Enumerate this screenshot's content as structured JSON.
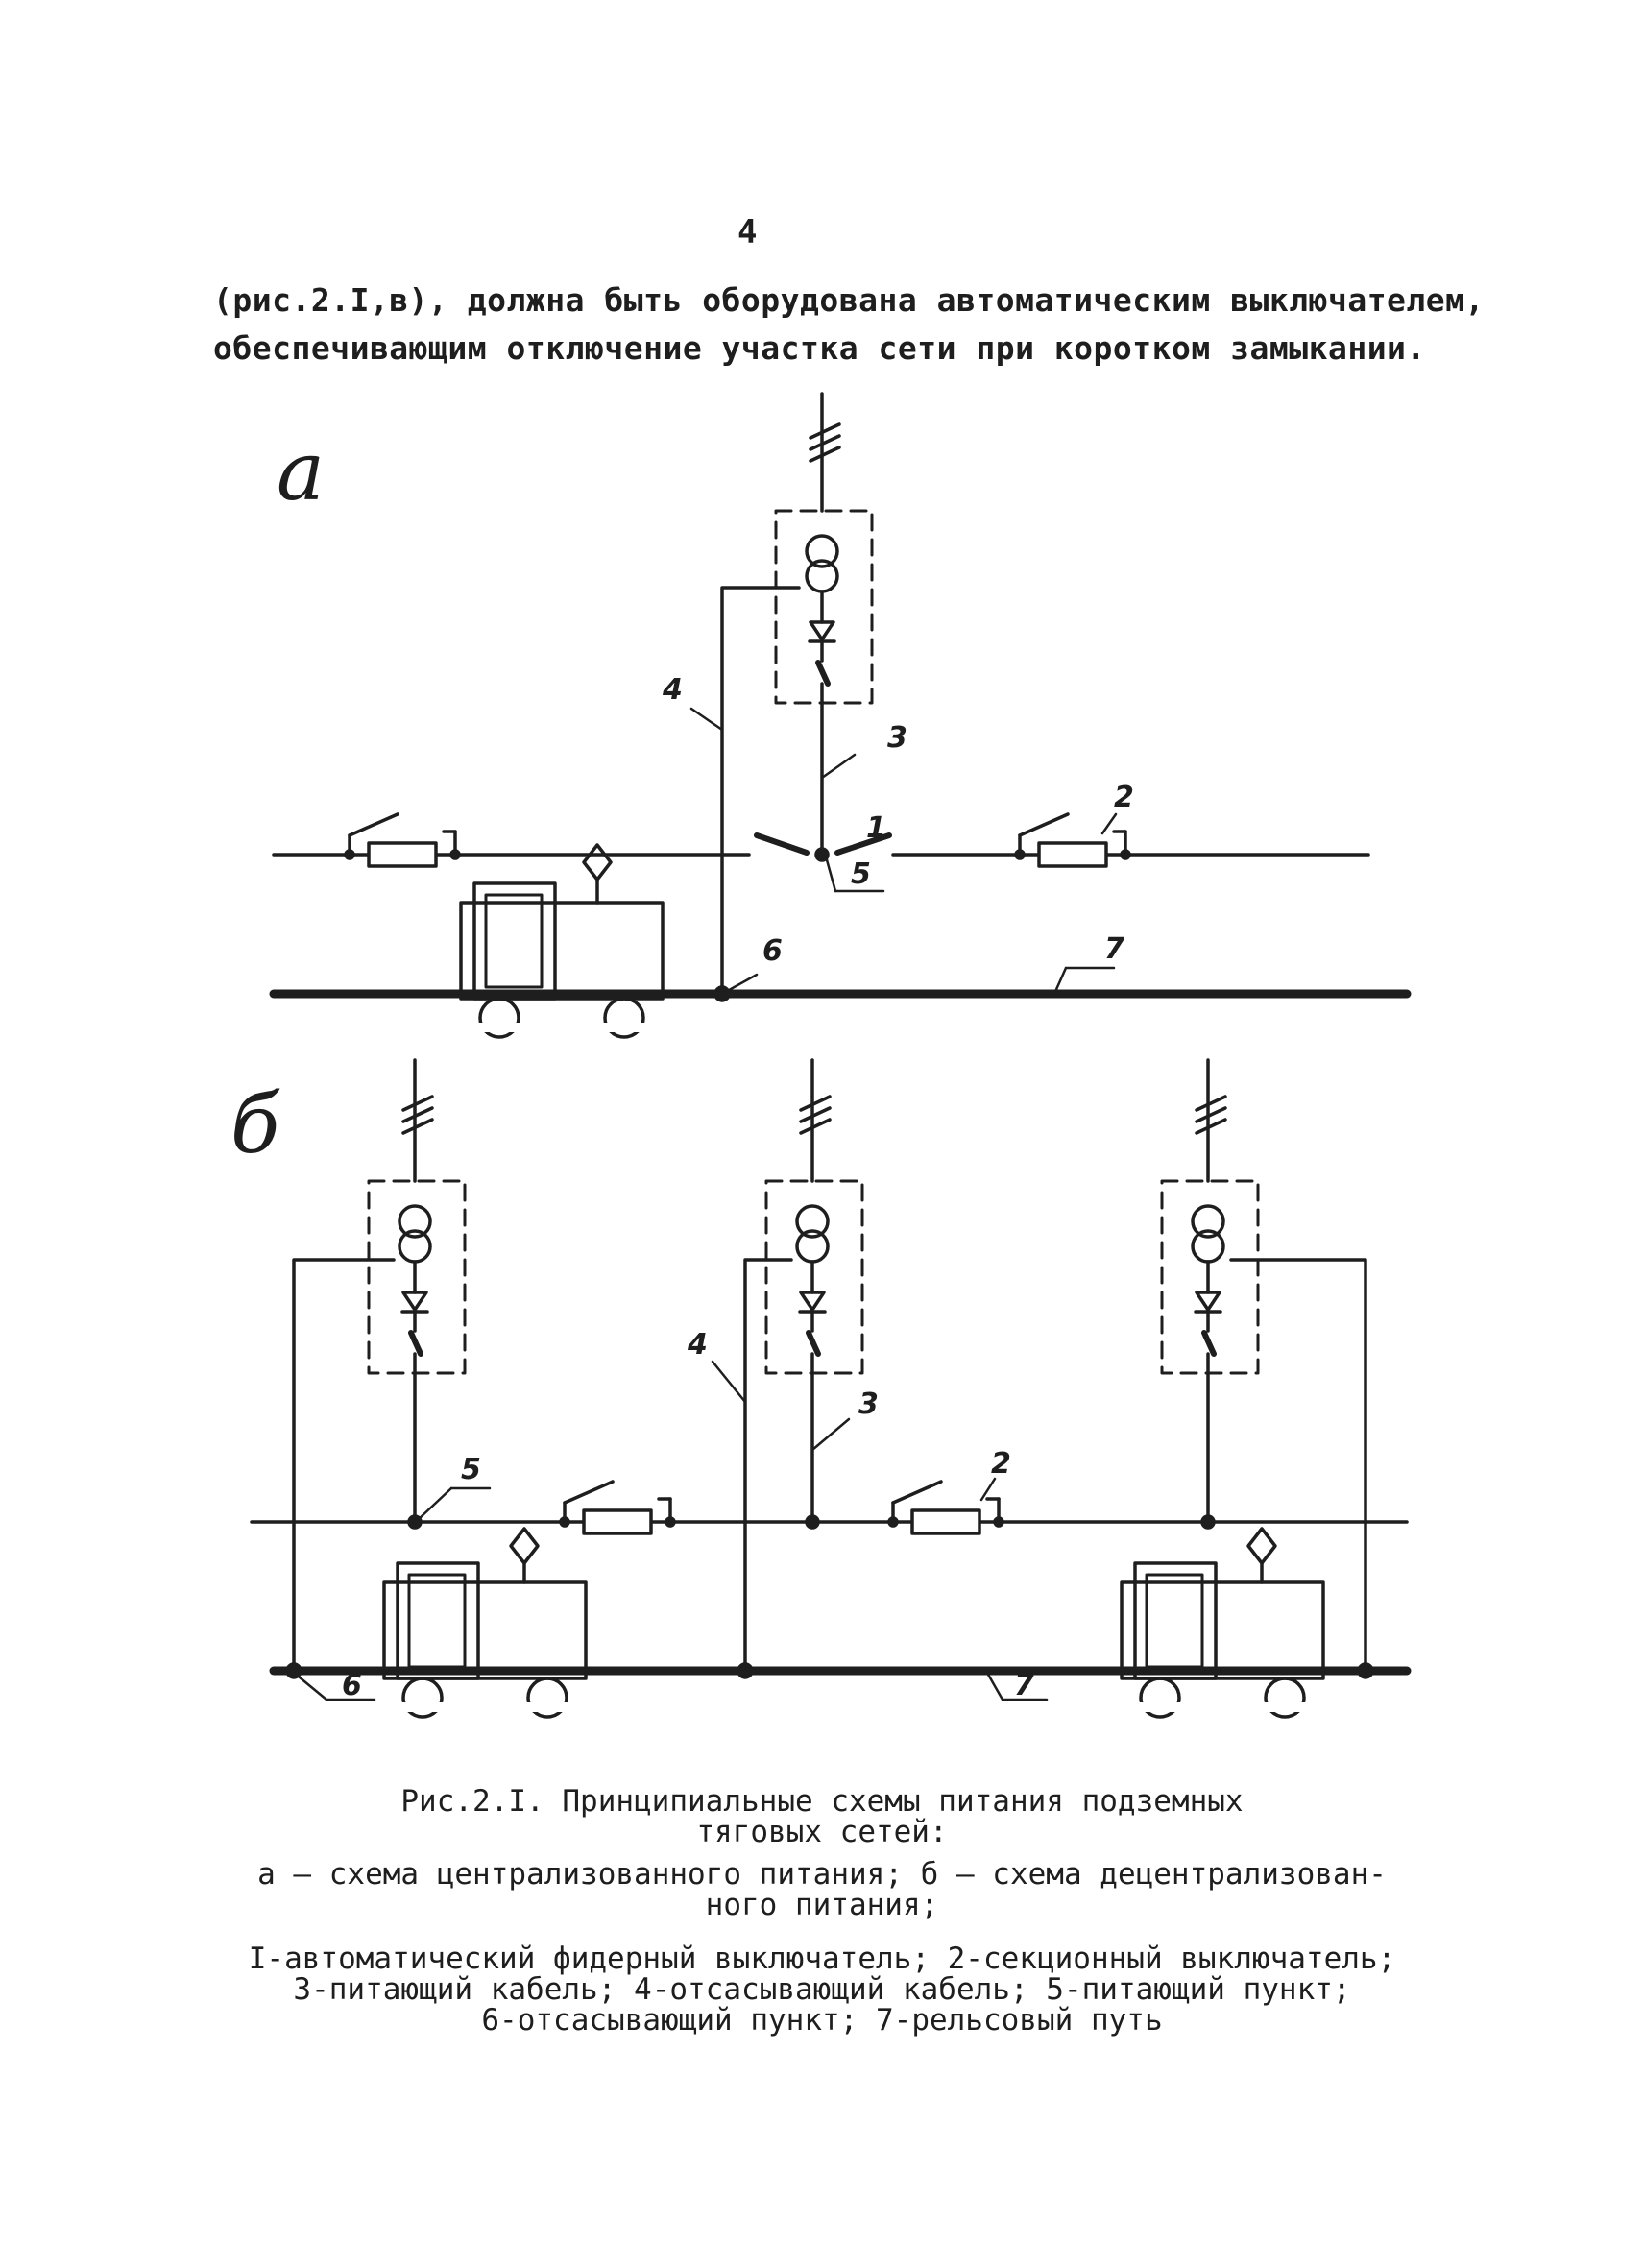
{
  "page_number": "4",
  "intro_text": {
    "line1": "(рис.2.I,в), должна быть оборудована автоматическим выключателем,",
    "line2": "обеспечивающим отключение участка сети при коротком замыкании."
  },
  "diagram_a": {
    "letter": "а",
    "labels": {
      "n1": "1",
      "n2": "2",
      "n3": "3",
      "n4": "4",
      "n5": "5",
      "n6": "6",
      "n7": "7"
    }
  },
  "diagram_b": {
    "letter": "б",
    "labels": {
      "n2": "2",
      "n3": "3",
      "n4": "4",
      "n5": "5",
      "n6": "6",
      "n7": "7"
    }
  },
  "caption": {
    "title_line1": "Рис.2.I. Принципиальные схемы питания подземных",
    "title_line2": "тяговых сетей:",
    "sub_line1": "а – схема централизованного питания; б – схема децентрализован-",
    "sub_line2": "ного питания;",
    "legend_line1": "I-автоматический фидерный выключатель; 2-секционный выключатель;",
    "legend_line2": "3-питающий кабель; 4-отсасывающий кабель; 5-питающий пункт;",
    "legend_line3": "6-отсасывающий пункт; 7-рельсовый путь"
  },
  "colors": {
    "ink": "#1e1e1e",
    "paper": "#ffffff"
  }
}
